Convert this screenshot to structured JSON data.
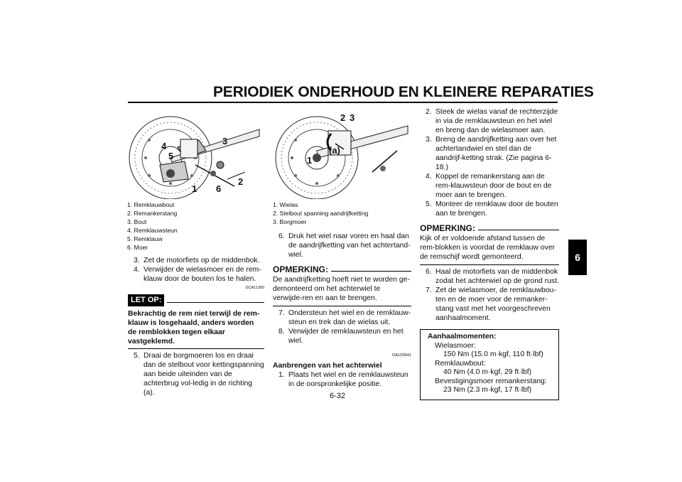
{
  "header": {
    "title": "PERIODIEK ONDERHOUD EN KLEINERE REPARATIES"
  },
  "chapter_tab": "6",
  "page_number": "6-32",
  "figure1": {
    "callouts": [
      "1",
      "2",
      "3",
      "4",
      "5",
      "6"
    ],
    "legend": [
      "1. Remklauwbout",
      "2. Remankerstang",
      "3. Bout",
      "4. Remklauwsteun",
      "5. Remklauw",
      "6. Moer"
    ]
  },
  "figure2": {
    "callouts": [
      "1",
      "2",
      "3",
      "(a)"
    ],
    "legend": [
      "1. Wielas",
      "2. Stelbout spanning aandrijfketting",
      "3. Borgmoer"
    ]
  },
  "col1": {
    "steps_a": [
      {
        "n": "3.",
        "text": "Zet de motorfiets op de middenbok."
      },
      {
        "n": "4.",
        "text": "Verwijder de wielasmoer en de rem-klauw door de bouten los te halen."
      }
    ],
    "warning_code": "DCA11300",
    "warning_label": "LET OP:",
    "warning_text": "Bekrachtig de rem niet terwijl de rem-klauw is losgehaald, anders worden de remblokken tegen elkaar vastgeklemd.",
    "steps_b": [
      {
        "n": "5.",
        "text": "Draai de borgmoeren los en draai dan de stelbout voor kettingspanning aan beide uiteinden van de achterbrug vol-ledig in de richting (a)."
      }
    ]
  },
  "col2": {
    "steps_a": [
      {
        "n": "6.",
        "text": "Druk het wiel naar voren en haal dan de aandrijfketting van het achtertand-wiel."
      }
    ],
    "note_label": "OPMERKING:",
    "note_text": "De aandrijfketting hoeft niet te worden ge-demonteerd om het achterwiel te verwijde-ren en aan te brengen.",
    "steps_b": [
      {
        "n": "7.",
        "text": "Ondersteun het wiel en de remklauw-steun en trek dan de wielas uit."
      },
      {
        "n": "8.",
        "text": "Verwijder de remklauwsteun en het wiel."
      }
    ],
    "section_code": "DAU25841",
    "section_title": "Aanbrengen van het achterwiel",
    "steps_c": [
      {
        "n": "1.",
        "text": "Plaats het wiel en de remklauwsteun in de oorspronkelijke positie."
      }
    ]
  },
  "col3": {
    "steps_a": [
      {
        "n": "2.",
        "text": "Steek de wielas vanaf de rechterzijde in via de remklauwsteun en het wiel en breng dan de wielasmoer aan."
      },
      {
        "n": "3.",
        "text": "Breng de aandrijfketting aan over het achtertandwiel en stel dan de aandrijf-ketting strak. (Zie pagina 6-18.)"
      },
      {
        "n": "4.",
        "text": "Koppel de remankerstang aan de rem-klauwsteun door de bout en de moer aan te brengen."
      },
      {
        "n": "5.",
        "text": "Monteer de remklauw door de bouten aan te brengen."
      }
    ],
    "note_label": "OPMERKING:",
    "note_text": "Kijk of er voldoende afstand tussen de rem-blokken is voordat de remklauw over de remschijf wordt gemonteerd.",
    "steps_b": [
      {
        "n": "6.",
        "text": "Haal de motorfiets van de middenbok zodat het achterwiel op de grond rust."
      },
      {
        "n": "7.",
        "text": "Zet de wielasmoer, de remklauwbou-ten en de moer voor de remanker-stang vast met het voorgeschreven aanhaalmoment."
      }
    ],
    "torque": {
      "heading": "Aanhaalmomenten:",
      "lines": [
        {
          "label": "Wielasmoer:",
          "value": "150 Nm (15.0 m·kgf, 110 ft·lbf)"
        },
        {
          "label": "Remklauwbout:",
          "value": "40 Nm (4.0 m·kgf, 29 ft·lbf)"
        },
        {
          "label": "Bevestigingsmoer remankerstang:",
          "value": "23 Nm (2.3 m·kgf, 17 ft·lbf)"
        }
      ]
    }
  }
}
